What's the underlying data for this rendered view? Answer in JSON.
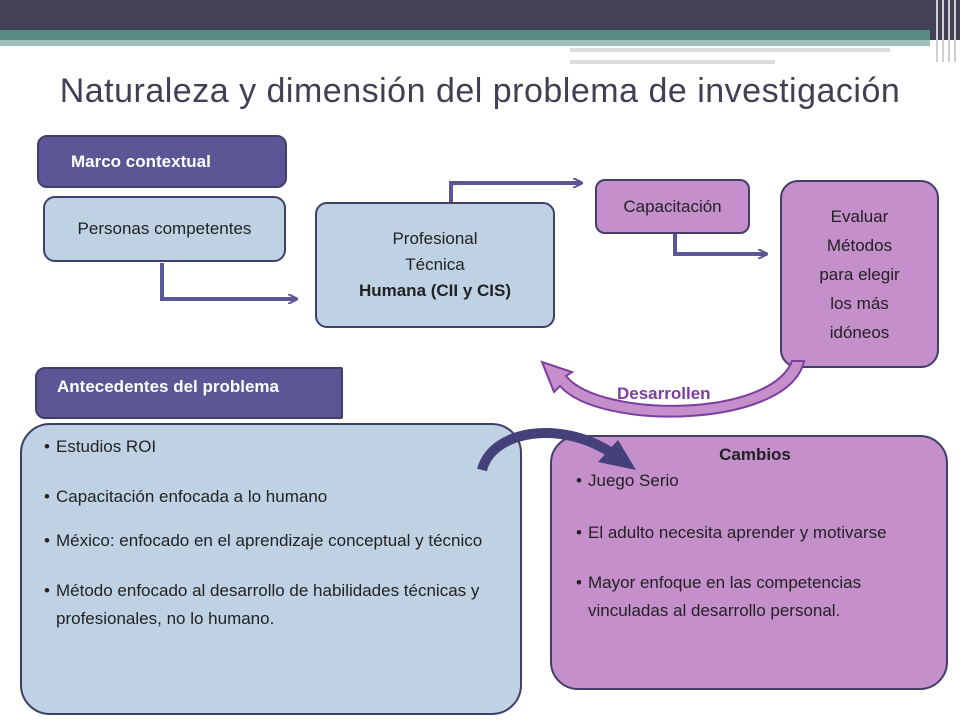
{
  "title": "Naturaleza y dimensión del problema de investigación",
  "marco": {
    "header": "Marco contextual",
    "box": "Personas competentes"
  },
  "profesional": {
    "line1": "Profesional",
    "line2": "Técnica",
    "line3": "Humana (CII y CIS)"
  },
  "capacitacion": "Capacitación",
  "evaluar": {
    "line1": "Evaluar",
    "line2": "Métodos",
    "line3": "para elegir",
    "line4": "los más",
    "line5": "idóneos"
  },
  "desarrollen": "Desarrollen",
  "antecedentes": {
    "header": "Antecedentes del problema",
    "items": [
      "Estudios ROI",
      "Capacitación enfocada a lo humano",
      "México: enfocado en  el aprendizaje conceptual y técnico",
      "Método enfocado al desarrollo de habilidades técnicas y profesionales, no lo humano."
    ]
  },
  "cambios": {
    "header": "Cambios",
    "items": [
      "Juego Serio",
      "El adulto necesita aprender y motivarse",
      "Mayor enfoque en las competencias vinculadas al desarrollo personal."
    ]
  },
  "colors": {
    "header_fill": "#5b5796",
    "blue_fill": "#bed2e3",
    "purple_fill": "#c58fcb",
    "arrow": "#5b5796",
    "title": "#3f3f55"
  }
}
